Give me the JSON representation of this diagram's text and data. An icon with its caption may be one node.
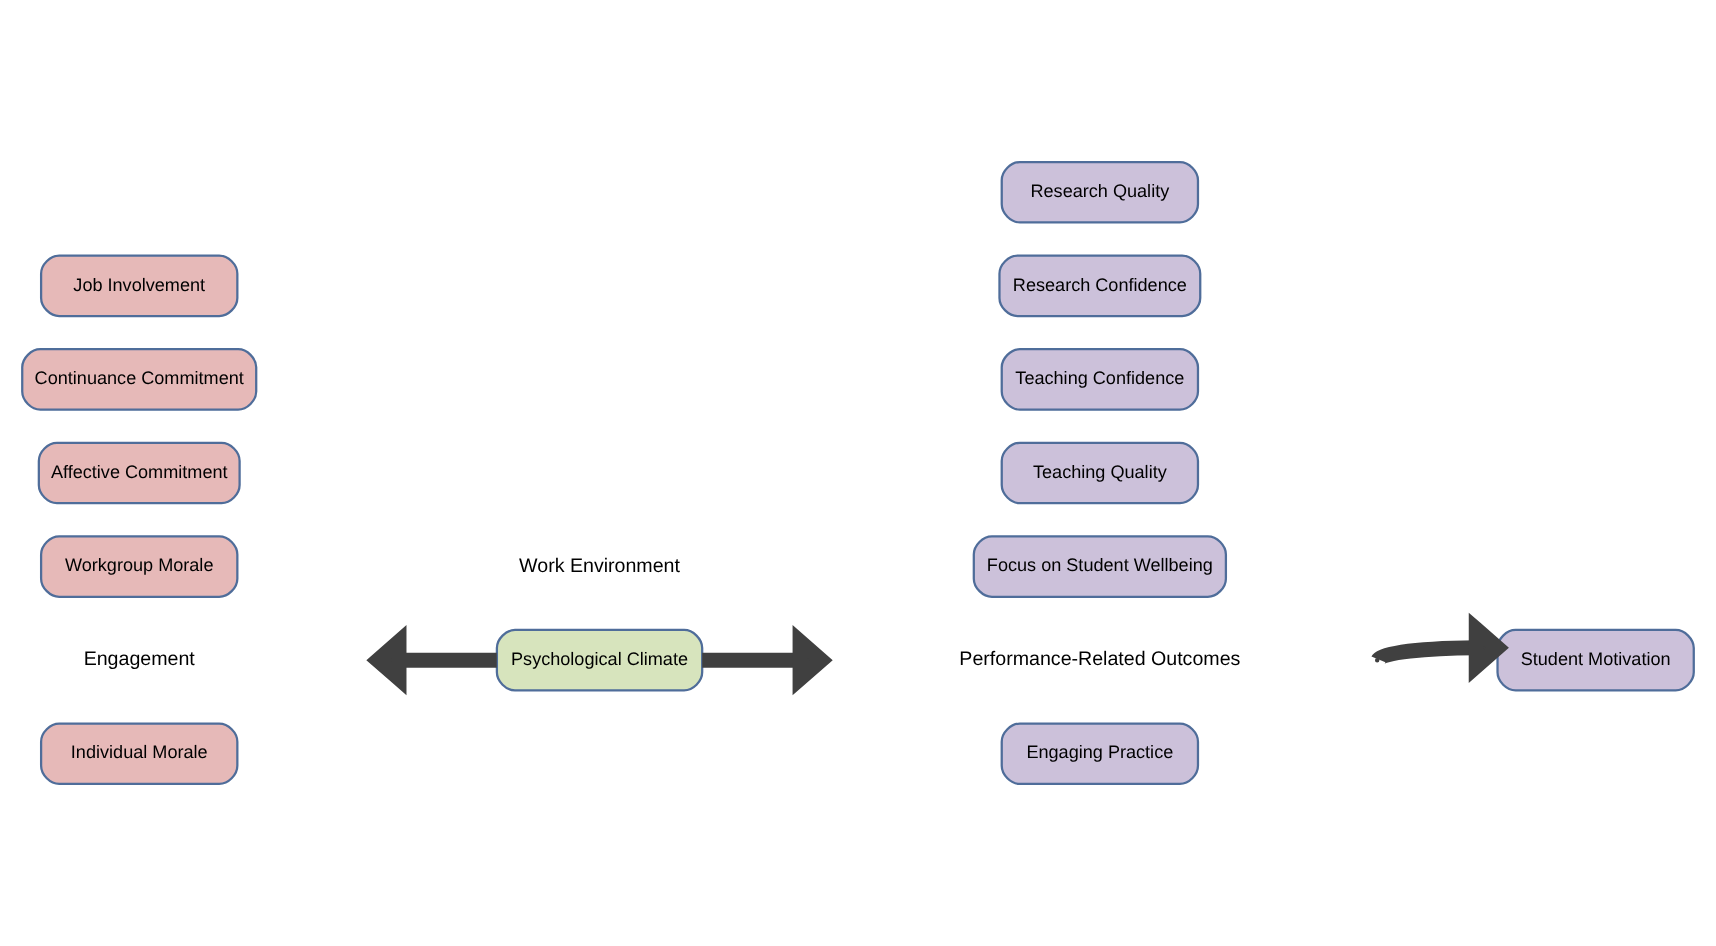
{
  "diagram": {
    "nodes": [
      {
        "text": [
          "Individual Morale"
        ]
      },
      {
        "text": [
          "Workgroup Morale"
        ]
      },
      {
        "text": [
          "Affective Commitment"
        ]
      },
      {
        "text": [
          "Continuance Commitment"
        ]
      },
      {
        "text": [
          "Job Involvement"
        ]
      },
      {
        "text": [
          "Psychological Climate"
        ]
      },
      {
        "text": [
          "Engaging Practice"
        ]
      },
      {
        "text": [
          "Focus on Student Wellbeing"
        ]
      },
      {
        "text": [
          "Teaching Quality"
        ]
      },
      {
        "text": [
          "Teaching Confidence"
        ]
      },
      {
        "text": [
          "Research Confidence"
        ]
      },
      {
        "text": [
          "Research Quality"
        ]
      },
      {
        "text": [
          "Student Motivation"
        ]
      }
    ],
    "edges": [
      {
        "from": 5,
        "to": null,
        "arrow": "to"
      },
      {
        "from": 5,
        "to": null,
        "arrow": "to"
      },
      {
        "from": null,
        "to": 12,
        "arrow": "to"
      }
    ],
    "labels": [
      "Engagement",
      "Work Environment",
      "Performance-Related Outcomes"
    ]
  }
}
